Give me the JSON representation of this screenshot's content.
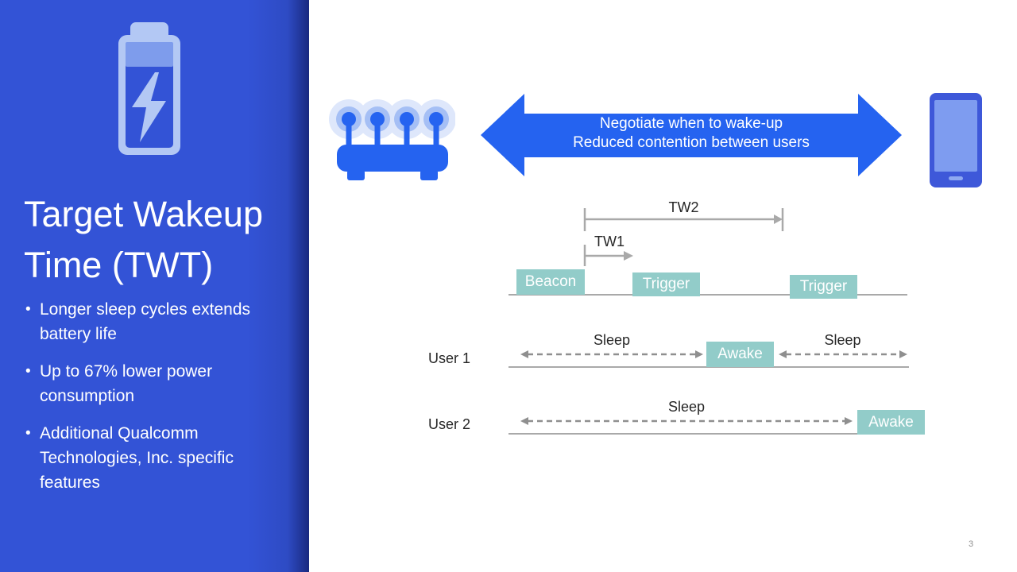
{
  "colors": {
    "sidebar_blue": "#3353D6",
    "sidebar_edge_dark": "#19297F",
    "icon_light_blue": "#B3C8F4",
    "battery_top_fill": "#7E9CEC",
    "bright_blue": "#2563F0",
    "halo_outer_blue": "#DEE7FB",
    "halo_mid_blue": "#A5BFF5",
    "phone_body_blue": "#3E58D9",
    "phone_screen_blue": "#7E9CF0",
    "teal_box": "#92CCC9",
    "line_gray": "#A9A9A9",
    "dash_gray": "#8F8F8F",
    "text_dark": "#262626",
    "page_number_gray": "#909090"
  },
  "sidebar": {
    "title_lines": [
      "Target Wakeup",
      "Time (TWT)"
    ],
    "bullets": [
      "Longer sleep cycles extends battery life",
      "Up to 67% lower power consumption",
      "Additional Qualcomm Technologies, Inc. specific features"
    ]
  },
  "banner": {
    "line1": "Negotiate when to wake-up",
    "line2": "Reduced contention between users"
  },
  "diagram": {
    "tw2": "TW2",
    "tw1": "TW1",
    "beacon": "Beacon",
    "trigger_1": "Trigger",
    "trigger_2": "Trigger",
    "user1": "User 1",
    "user2": "User 2",
    "sleep_user1_left": "Sleep",
    "sleep_user1_right": "Sleep",
    "sleep_user2": "Sleep",
    "awake_user1": "Awake",
    "awake_user2": "Awake"
  },
  "footer": {
    "page_number": "3"
  }
}
